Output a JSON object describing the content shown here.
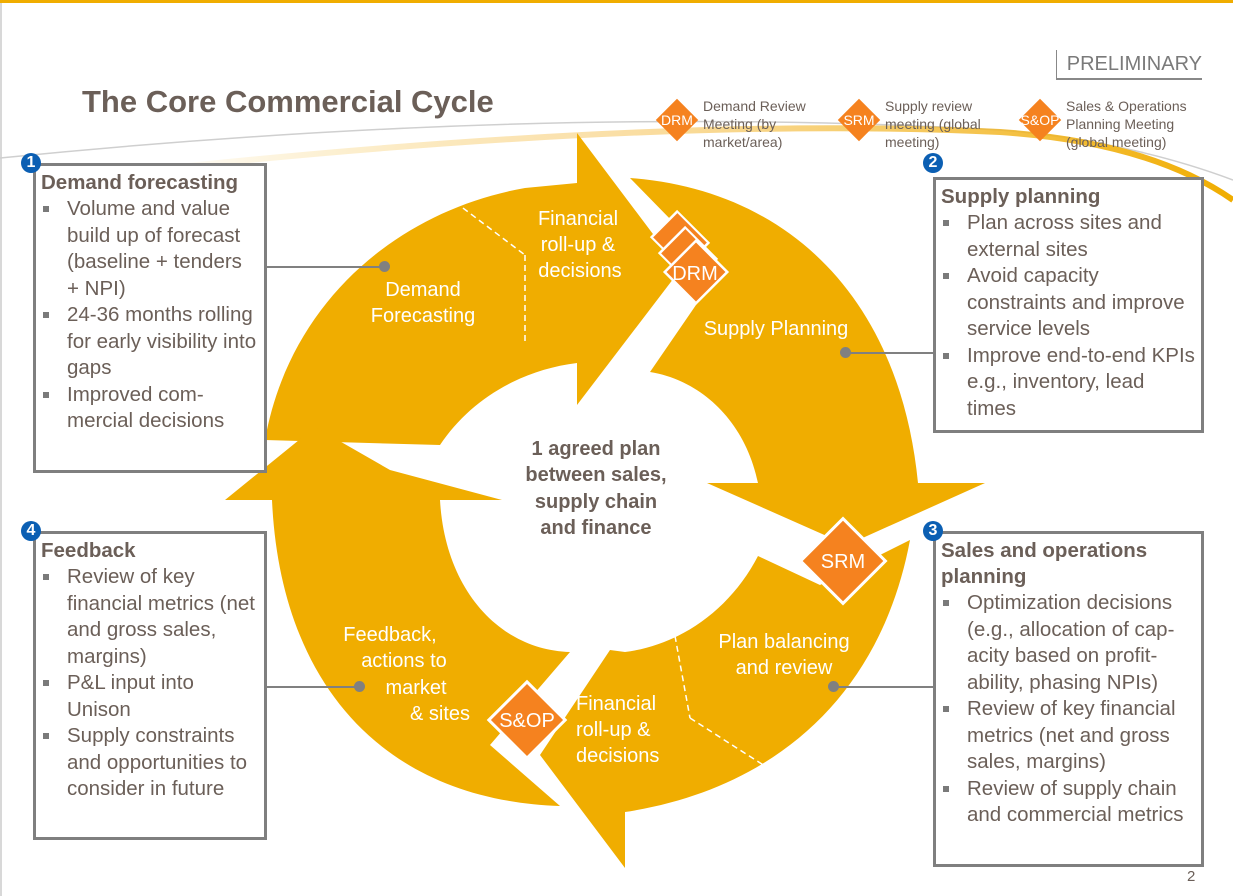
{
  "slide": {
    "title": "The Core Commercial Cycle",
    "badge": "PRELIMINARY",
    "page_number": "2"
  },
  "legend": [
    {
      "abbr": "DRM",
      "lines": [
        "Demand Review",
        "Meeting (by",
        "market/area)"
      ]
    },
    {
      "abbr": "SRM",
      "lines": [
        "Supply review",
        "meeting (global",
        "meeting)"
      ]
    },
    {
      "abbr": "S&OP",
      "lines": [
        "Sales & Operations",
        "Planning Meeting",
        "(global meeting)"
      ]
    }
  ],
  "colors": {
    "cycle": "#f0ad00",
    "meeting_diamond": "#f5821f",
    "step_number": "#0b5fb3",
    "text": "#6b5f58",
    "box_border": "#7f7f7f"
  },
  "cycle": {
    "center": [
      "1 agreed plan",
      "between sales,",
      "supply chain",
      "and finance"
    ],
    "segments": {
      "demand_forecasting": [
        "Demand",
        "Forecasting"
      ],
      "financial_rollup_top": [
        "Financial",
        "roll-up &",
        "decisions"
      ],
      "supply_planning": [
        "Supply Planning"
      ],
      "plan_balancing": [
        "Plan balancing",
        "and review"
      ],
      "financial_rollup_bottom": [
        "Financial",
        "roll-up &",
        "decisions"
      ],
      "feedback": [
        "Feedback,",
        "actions to",
        "market",
        "& sites"
      ]
    },
    "meetings": {
      "drm": "DRM",
      "srm": "SRM",
      "sop": "S&OP"
    }
  },
  "steps": [
    {
      "number": "1",
      "title": "Demand forecasting",
      "bullets": [
        "Volume and value build up of forecast (baseline + tenders + NPI)",
        "24-36 months rolling for early visibility into gaps",
        "Improved com-mercial decisions"
      ]
    },
    {
      "number": "2",
      "title": "Supply planning",
      "bullets": [
        "Plan across sites and external sites",
        "Avoid capacity constraints and improve service levels",
        "Improve end-to-end KPIs e.g., inventory, lead times"
      ]
    },
    {
      "number": "3",
      "title": "Sales and operations planning",
      "bullets": [
        "Optimization decisions (e.g., allocation of cap-acity based on profit-ability, phasing NPIs)",
        "Review of key financial metrics (net and gross sales, margins)",
        "Review of supply chain and commercial metrics"
      ]
    },
    {
      "number": "4",
      "title": "Feedback",
      "bullets": [
        "Review of key financial metrics (net and gross sales, margins)",
        "P&L input into Unison",
        "Supply constraints and opportunities to consider in future"
      ]
    }
  ]
}
